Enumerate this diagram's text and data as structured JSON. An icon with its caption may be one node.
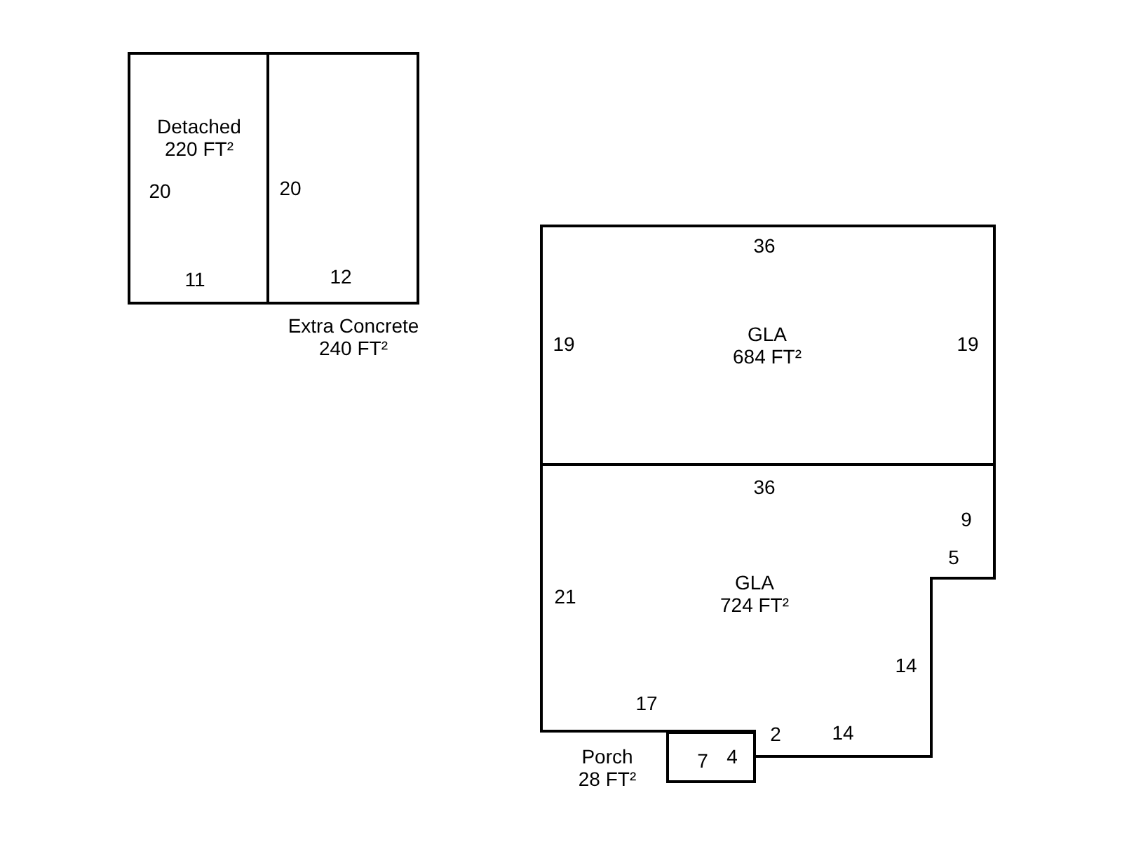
{
  "diagram": {
    "nodes": [
      {
        "text": [
          "Detached",
          "220 FT²"
        ]
      },
      {
        "text": [
          "Extra Concrete",
          "240 FT²"
        ]
      },
      {
        "text": [
          "GLA",
          "684 FT²"
        ]
      },
      {
        "text": [
          "GLA",
          "724 FT²"
        ]
      },
      {
        "text": [
          "Porch",
          "28 FT²"
        ]
      }
    ],
    "labels": [
      "20",
      "11",
      "20",
      "12",
      "36",
      "19",
      "19",
      "36",
      "9",
      "5",
      "21",
      "14",
      "17",
      "2",
      "14",
      "7",
      "4"
    ]
  }
}
